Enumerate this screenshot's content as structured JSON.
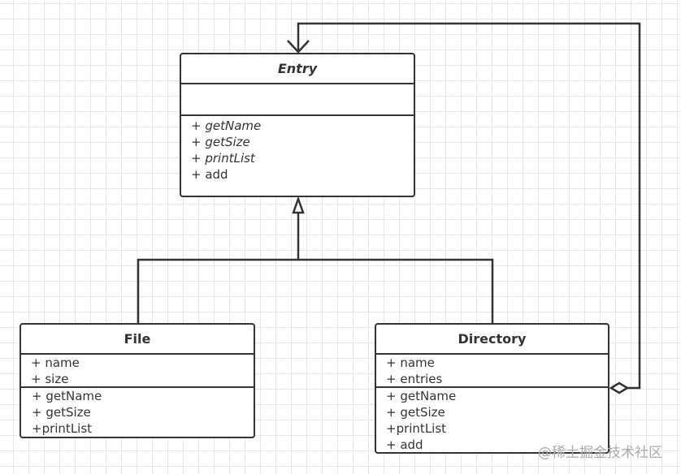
{
  "classes": {
    "entry": {
      "name": "Entry",
      "attributes": [],
      "methods": [
        "+ getName",
        "+ getSize",
        "+ printList",
        "+ add"
      ]
    },
    "file": {
      "name": "File",
      "attributes": [
        "+ name",
        "+ size"
      ],
      "methods": [
        "+ getName",
        "+ getSize",
        "+printList"
      ]
    },
    "directory": {
      "name": "Directory",
      "attributes": [
        "+ name",
        "+ entries"
      ],
      "methods": [
        "+ getName",
        "+ getSize",
        "+printList",
        "+ add"
      ]
    }
  },
  "relations": [
    {
      "type": "generalization",
      "from": "File",
      "to": "Entry"
    },
    {
      "type": "generalization",
      "from": "Directory",
      "to": "Entry"
    },
    {
      "type": "aggregation",
      "from": "Directory",
      "to": "Entry"
    }
  ],
  "watermark": "@稀土掘金技术社区"
}
